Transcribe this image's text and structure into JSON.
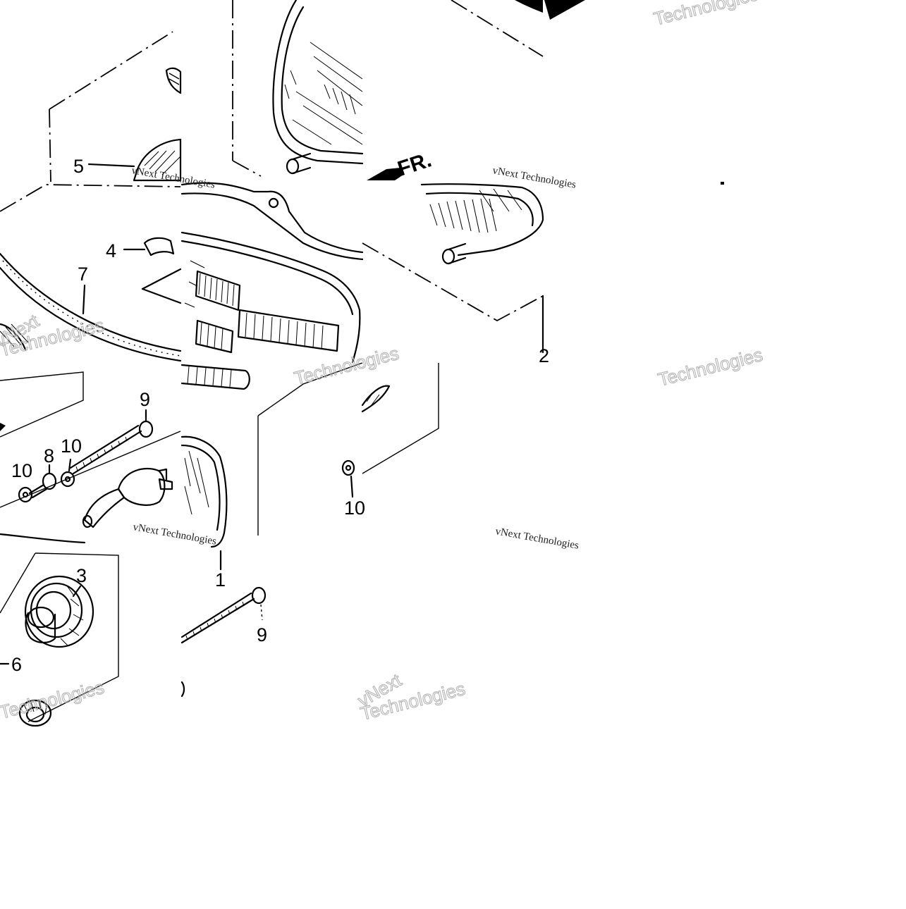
{
  "diagram": {
    "callouts": {
      "c1": "1",
      "c2": "2",
      "c3": "3",
      "c4": "4",
      "c5": "5",
      "c6": "6",
      "c7": "7",
      "c8": "8",
      "c9a": "9",
      "c9b": "9",
      "c10a": "10",
      "c10b": "10",
      "c10c": "10"
    },
    "direction_label": "FR."
  },
  "watermarks": {
    "small": "vNext Technologies",
    "big": "Technologies",
    "big_alt": "vNext"
  }
}
